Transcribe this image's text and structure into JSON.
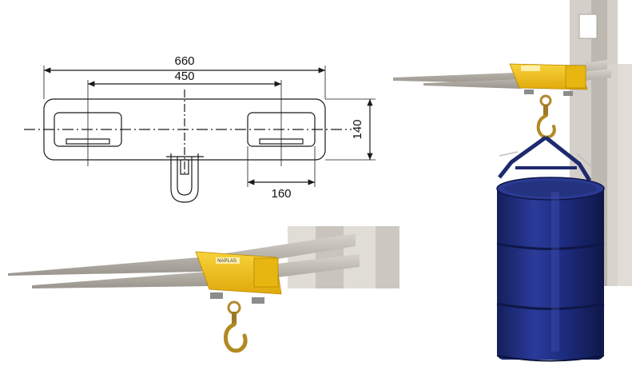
{
  "drawing": {
    "overall_length": "660",
    "slot_spacing": "450",
    "slot_width": "160",
    "height": "140"
  },
  "photos": {
    "label_text": "NAPLAS"
  },
  "colors": {
    "hook_yellow": "#f2c21b",
    "drum_blue": "#1f2f86",
    "fork_grey": "#b9b5ad",
    "mast_grey": "#cfcac3",
    "line": "#1a1a1a"
  }
}
